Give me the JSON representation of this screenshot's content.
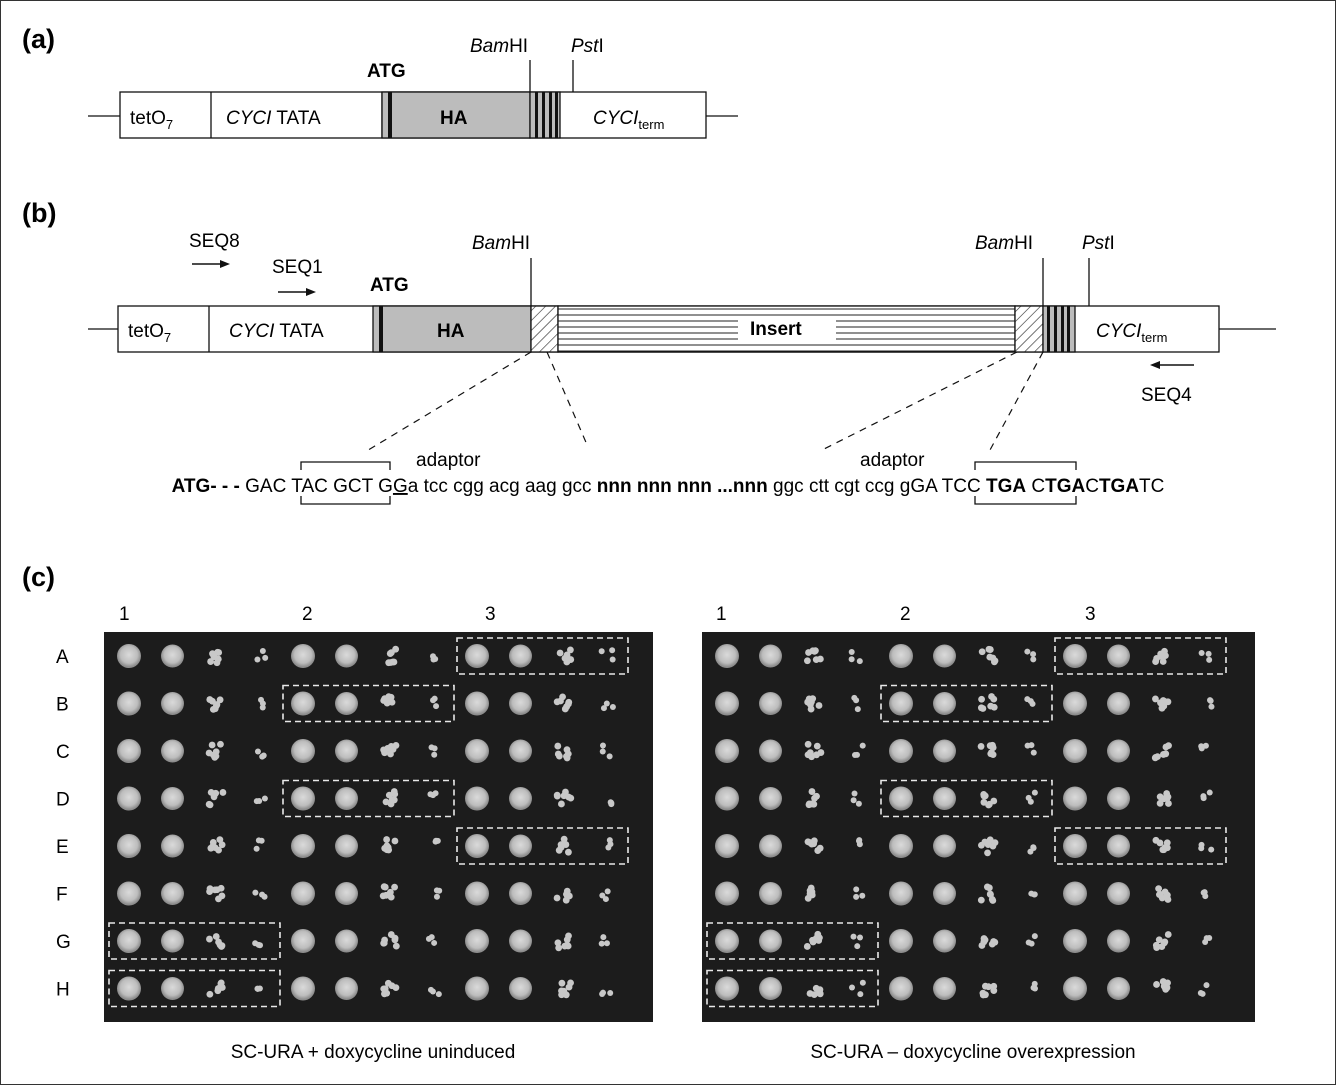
{
  "panel_a": {
    "label": "(a)",
    "atg": "ATG",
    "bam": [
      "Bam",
      "HI"
    ],
    "pst": [
      "Pst",
      "I"
    ],
    "tet": [
      "tetO",
      "7"
    ],
    "cyc_tata": [
      "CYCI",
      "TATA"
    ],
    "ha": "HA",
    "cyc_term": [
      "CYCI",
      "term"
    ]
  },
  "panel_b": {
    "label": "(b)",
    "seq8": "SEQ8",
    "seq1": "SEQ1",
    "seq4": "SEQ4",
    "atg": "ATG",
    "bam": [
      "Bam",
      "HI"
    ],
    "pst": [
      "Pst",
      "I"
    ],
    "tet": [
      "tetO",
      "7"
    ],
    "cyc_tata": [
      "CYCI",
      "TATA"
    ],
    "ha": "HA",
    "insert": "Insert",
    "cyc_term": [
      "CYCI",
      "term"
    ],
    "adaptor": "adaptor",
    "sequence": [
      {
        "t": "ATG- - -",
        "b": true
      },
      {
        "t": " GAC TAC GCT G"
      },
      {
        "t": "G",
        "u": true
      },
      {
        "t": "a tcc cgg acg aag gcc "
      },
      {
        "t": "nnn nnn nnn ...nnn",
        "b": true
      },
      {
        "t": " ggc ctt cgt ccg gGA TCC "
      },
      {
        "t": "TGA",
        "b": true
      },
      {
        "t": " C"
      },
      {
        "t": "TGA",
        "b": true
      },
      {
        "t": "C"
      },
      {
        "t": "TGA",
        "b": true
      },
      {
        "t": "TC"
      }
    ]
  },
  "panel_c": {
    "label": "(c)",
    "col_numbers": [
      "1",
      "2",
      "3"
    ],
    "rows": [
      "A",
      "B",
      "C",
      "D",
      "E",
      "F",
      "G",
      "H"
    ],
    "left_caption": "SC-URA + doxycycline uninduced",
    "right_caption": "SC-URA – doxycycline overexpression",
    "left_boxes": [
      [
        "A",
        3
      ],
      [
        "B",
        2
      ],
      [
        "D",
        2
      ],
      [
        "E",
        3
      ],
      [
        "G",
        1
      ],
      [
        "H",
        1
      ]
    ],
    "right_boxes": [
      [
        "A",
        3
      ],
      [
        "B",
        2
      ],
      [
        "D",
        2
      ],
      [
        "E",
        3
      ],
      [
        "G",
        1
      ],
      [
        "H",
        1
      ]
    ]
  }
}
